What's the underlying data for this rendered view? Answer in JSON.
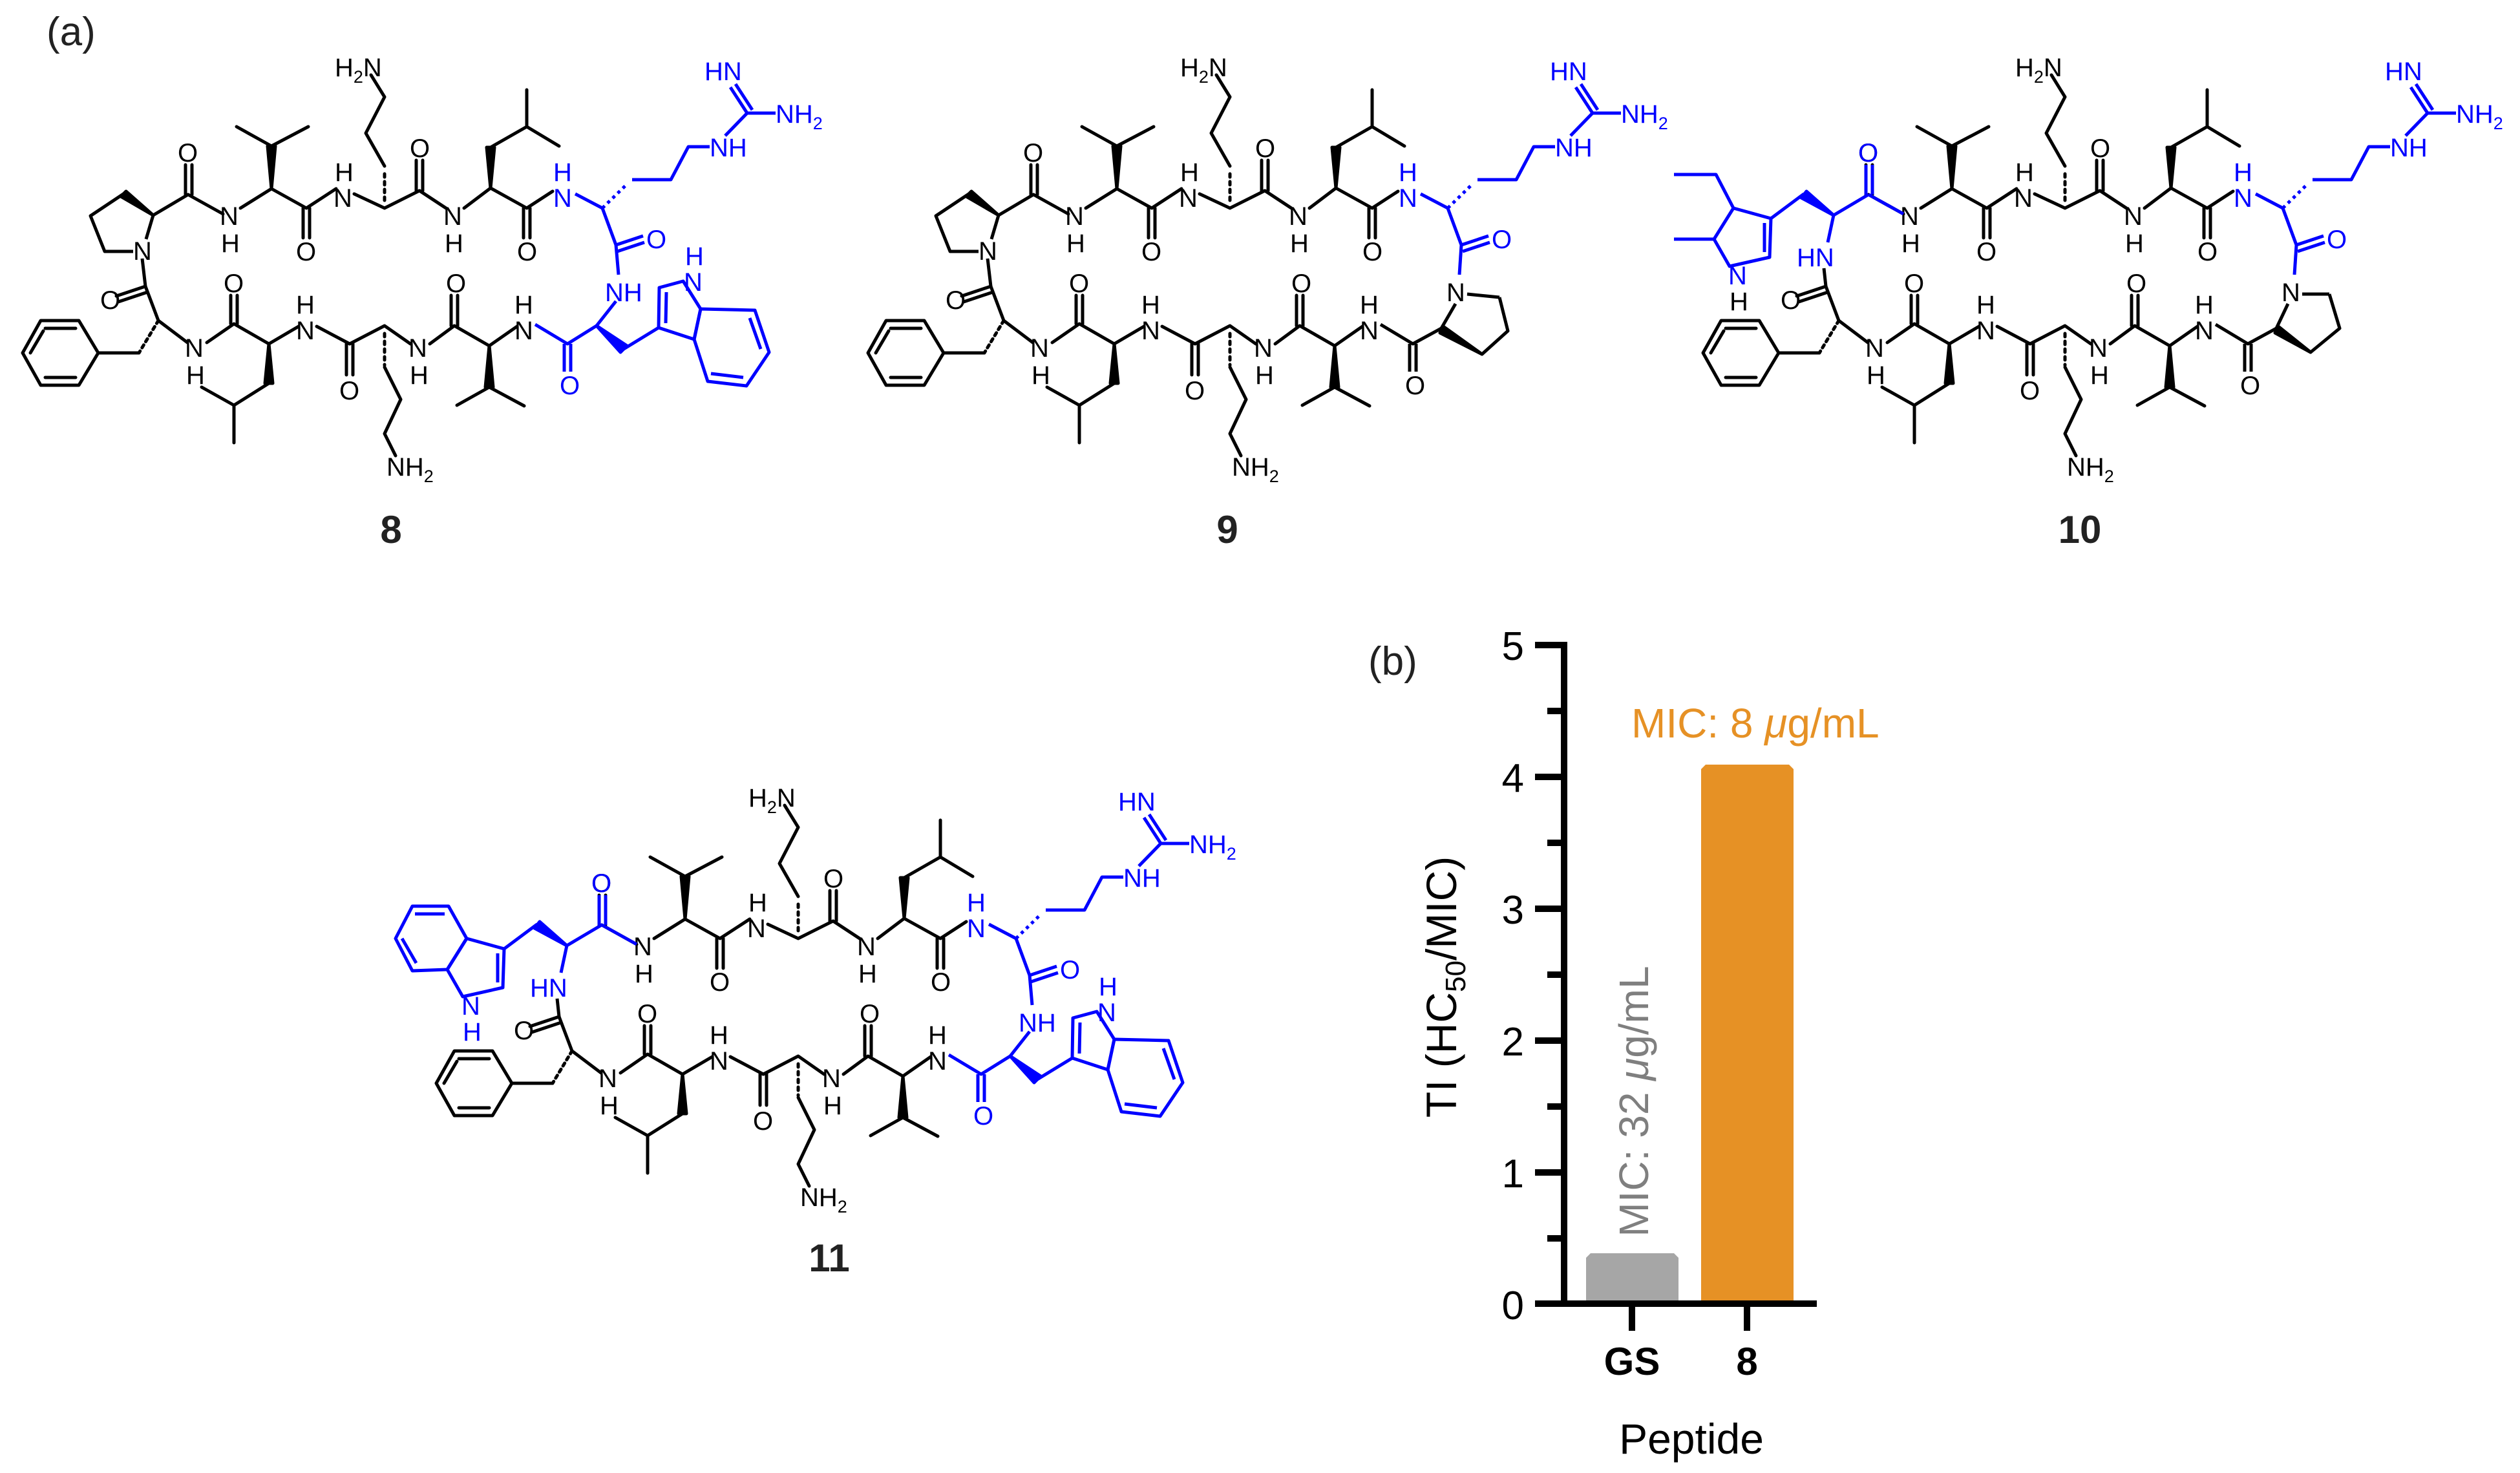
{
  "panels": {
    "a_label": "(a)",
    "b_label": "(b)"
  },
  "compounds": [
    {
      "id": "8",
      "label": "8"
    },
    {
      "id": "9",
      "label": "9"
    },
    {
      "id": "10",
      "label": "10"
    },
    {
      "id": "11",
      "label": "11"
    }
  ],
  "atom_labels": {
    "nh": "NH",
    "hn": "HN",
    "n": "N",
    "h": "H",
    "o": "O",
    "h2n": "H₂N",
    "nh2": "NH₂"
  },
  "colors": {
    "modified_residue": "#0000FF",
    "scaffold": "#000000",
    "bar_gs": "#A6A6A6",
    "bar_8": "#E69125",
    "annot_gs": "#7F7F7F",
    "annot_8": "#E69125"
  },
  "chart_data": {
    "type": "bar",
    "title": "",
    "xlabel": "Peptide",
    "ylabel": "TI (HC50/MIC)",
    "ylabel_parts": {
      "pre": "TI (HC",
      "sub": "50",
      "post": "/MIC)"
    },
    "categories": [
      "GS",
      "8"
    ],
    "values": [
      0.38,
      4.09
    ],
    "ylim": [
      0,
      5
    ],
    "yticks": [
      "0",
      "1",
      "2",
      "3",
      "4",
      "5"
    ],
    "minor_ticks": [
      0.5,
      1.5,
      2.5,
      3.5,
      4.5
    ],
    "grid": false,
    "legend": null,
    "annotations": [
      {
        "category": "GS",
        "pre": "MIC: 32 ",
        "mu": "μ",
        "post": "g/mL",
        "orientation": "vertical"
      },
      {
        "category": "8",
        "pre": "MIC: 8 ",
        "mu": "μ",
        "post": "g/mL",
        "orientation": "horizontal"
      }
    ]
  }
}
